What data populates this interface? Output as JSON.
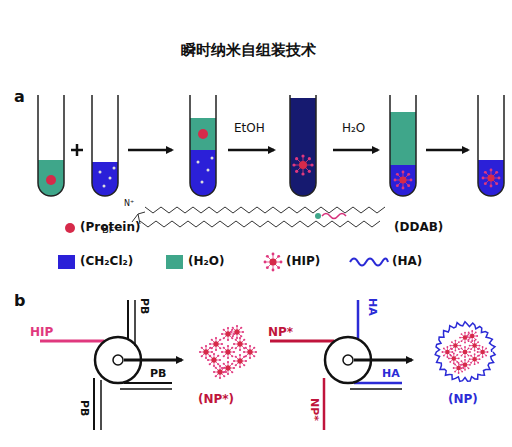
{
  "diagram": {
    "title": "瞬时纳米自组装技术",
    "labels": [
      "a",
      "EtOH",
      "H₂O",
      "Br⁻",
      "N⁺",
      "b",
      "HIP",
      "PB",
      "PB",
      "PB",
      "(NP*)",
      "NP*",
      "HA",
      "NP*",
      "HA",
      "(NP)"
    ],
    "legend": [
      {
        "text": "(Protein)"
      },
      {
        "text": "(DDAB)"
      },
      {
        "text": "(CH₂Cl₂)",
        "color": "#2b20d8"
      },
      {
        "text": "(H₂O)",
        "color": "#3fa68a"
      },
      {
        "text": "(HIP)"
      },
      {
        "text": "(HA)"
      }
    ]
  }
}
